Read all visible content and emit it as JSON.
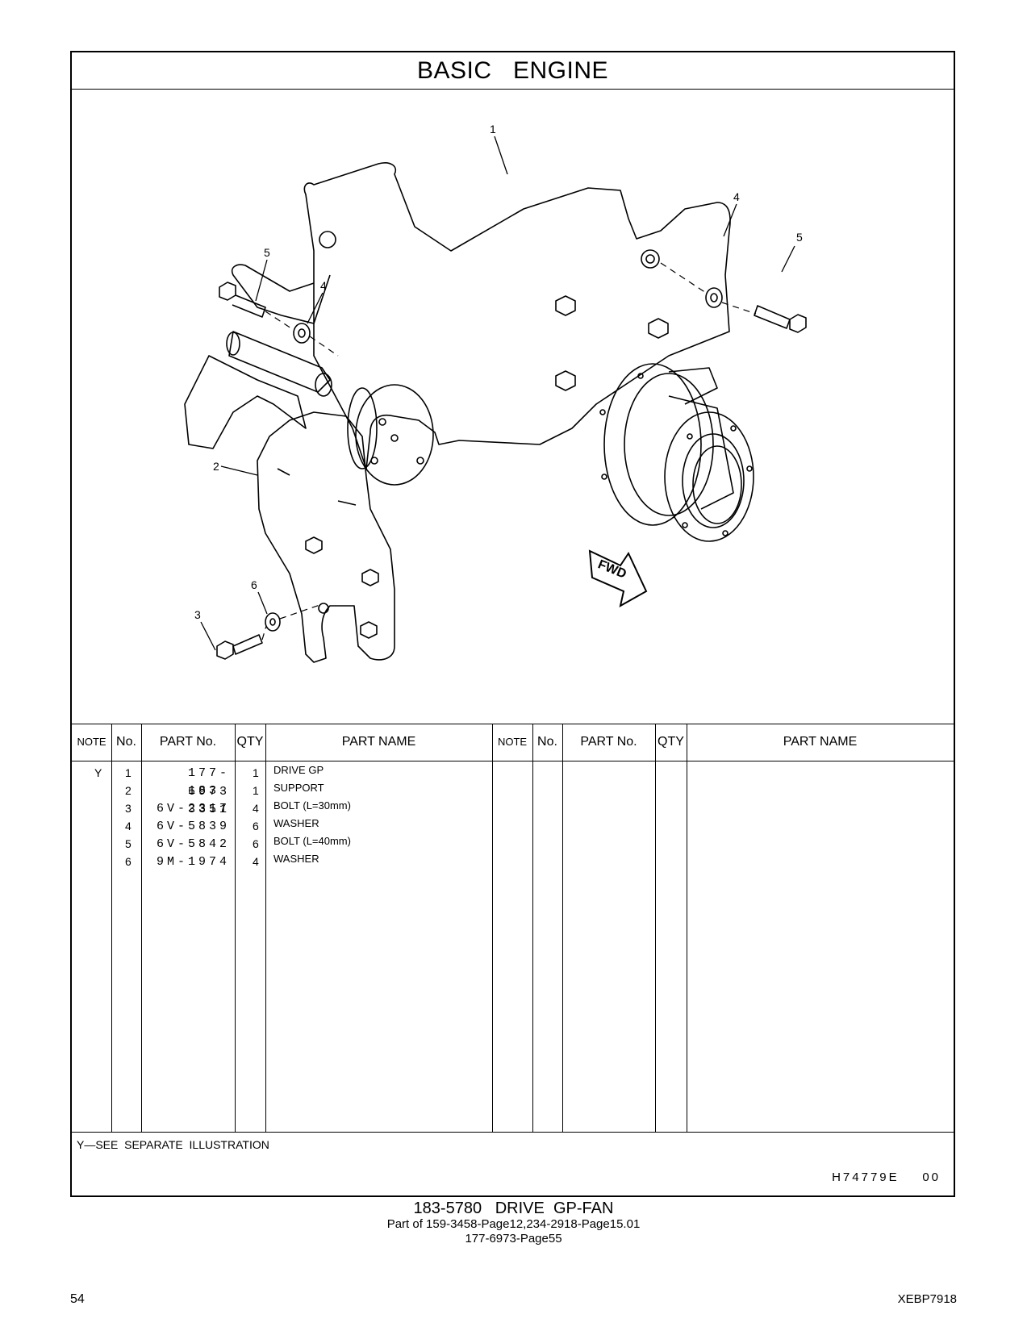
{
  "title": "BASIC   ENGINE",
  "callouts": [
    "1",
    "2",
    "3",
    "4",
    "5",
    "6",
    "4",
    "5"
  ],
  "fwd_label": "FWD",
  "table": {
    "headers": {
      "note": "NOTE",
      "no": "No.",
      "part_no": "PART No.",
      "qty": "QTY",
      "part_name": "PART NAME"
    },
    "rows": [
      {
        "note": "Y",
        "no": "1",
        "part_no": "177-6973",
        "qty": "1",
        "part_name": "DRIVE  GP"
      },
      {
        "note": "",
        "no": "2",
        "part_no": "183-3351",
        "qty": "1",
        "part_name": "SUPPORT"
      },
      {
        "note": "",
        "no": "3",
        "part_no": "6V-2317",
        "qty": "4",
        "part_name": "BOLT (L=30mm)"
      },
      {
        "note": "",
        "no": "4",
        "part_no": "6V-5839",
        "qty": "6",
        "part_name": "WASHER"
      },
      {
        "note": "",
        "no": "5",
        "part_no": "6V-5842",
        "qty": "6",
        "part_name": "BOLT (L=40mm)"
      },
      {
        "note": "",
        "no": "6",
        "part_no": "9M-1974",
        "qty": "4",
        "part_name": "WASHER"
      }
    ]
  },
  "footnote": "Y—SEE  SEPARATE  ILLUSTRATION",
  "illustration_code": "H74779E    00",
  "caption": {
    "line1": "183-5780   DRIVE  GP-FAN",
    "line2": "Part of 159-3458-Page12,234-2918-Page15.01",
    "line3": "177-6973-Page55"
  },
  "page_number": "54",
  "doc_code": "XEBP7918"
}
